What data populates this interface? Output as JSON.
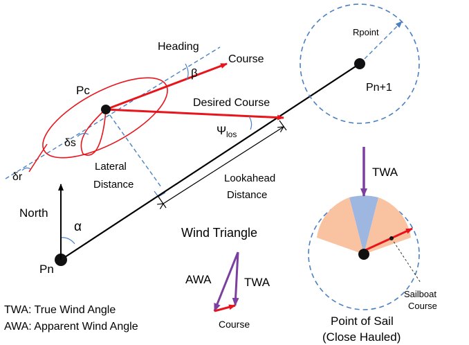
{
  "labels": {
    "heading": "Heading",
    "course": "Course",
    "beta": "β",
    "pc": "Pc",
    "desired_course": "Desired Course",
    "psi_los": "Ψ",
    "psi_los_sub": "los",
    "delta_s": "δs",
    "delta_r": "δr",
    "lateral_1": "Lateral",
    "lateral_2": "Distance",
    "lookahead_1": "Lookahead",
    "lookahead_2": "Distance",
    "north": "North",
    "alpha": "α",
    "pn": "Pn",
    "pn1": "Pn+1",
    "rpoint": "Rpoint",
    "wind_triangle": "Wind Triangle",
    "awa": "AWA",
    "twa_triangle": "TWA",
    "course_small": "Course",
    "twa_arrow": "TWA",
    "sailboat_1": "Sailboat",
    "sailboat_2": "Course",
    "point_of_sail_1": "Point of Sail",
    "point_of_sail_2": "(Close Hauled)"
  },
  "legend": {
    "twa": "TWA: True Wind Angle",
    "awa": "AWA: Apparent Wind Angle"
  },
  "colors": {
    "red": "#e8141c",
    "dashed_blue": "#4a7fc1",
    "purple": "#7b3fa0",
    "orange_sector": "#f9c3a1",
    "blue_sector": "#9db7e0",
    "black": "#000000"
  }
}
